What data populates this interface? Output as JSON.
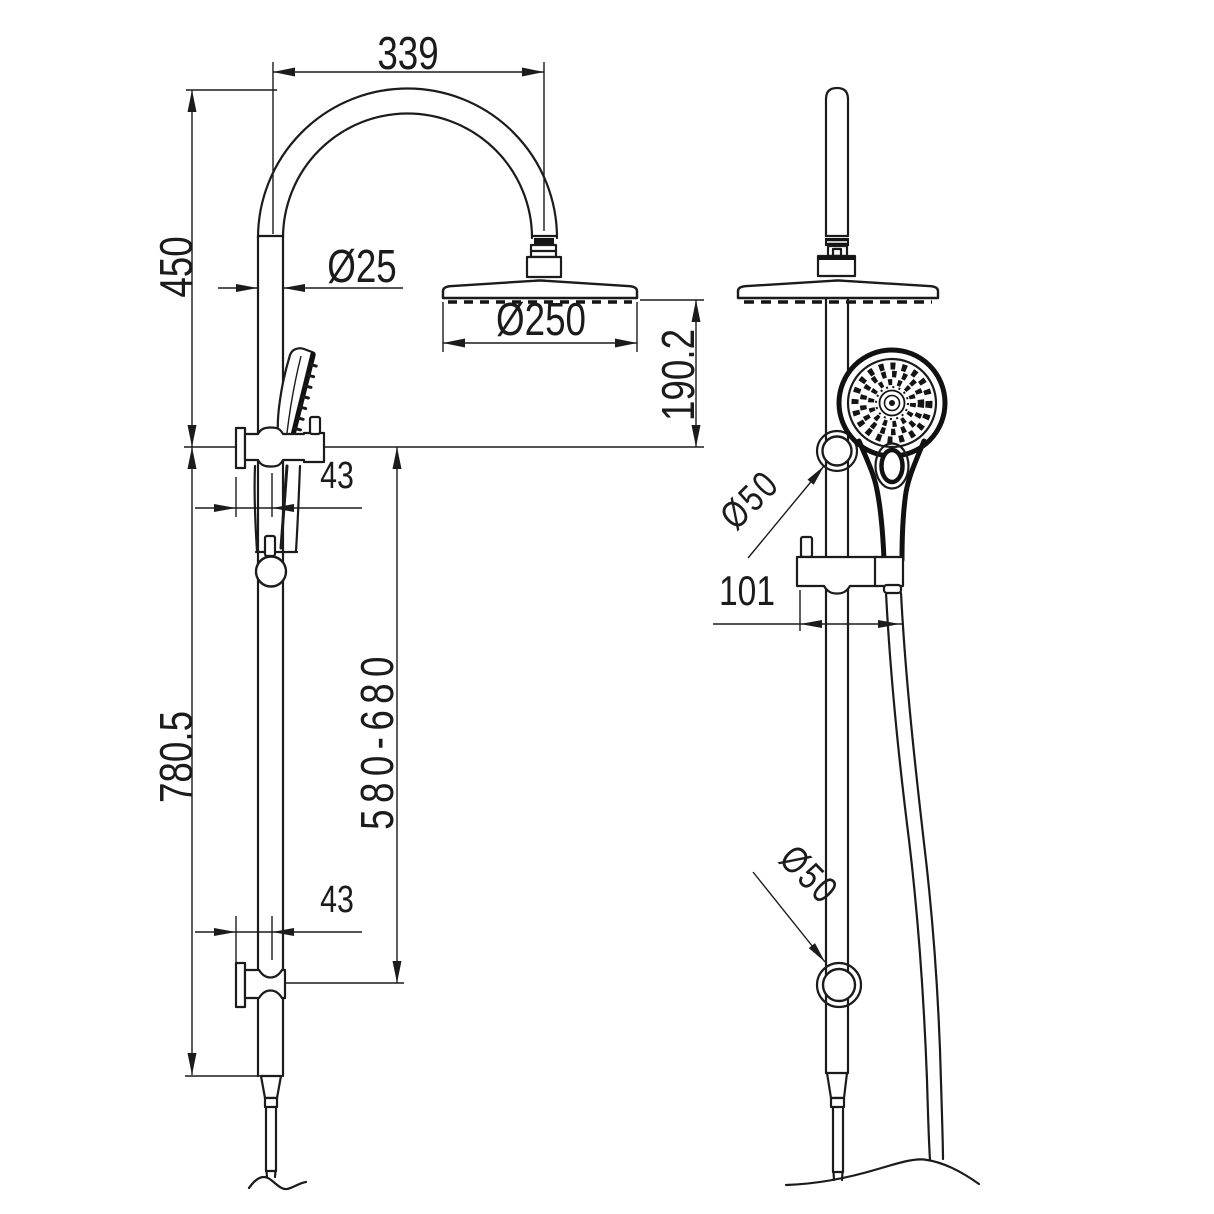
{
  "drawing": {
    "background": "#ffffff",
    "line_color": "#1b1b1b",
    "views": {
      "front": {
        "dims": {
          "arc_width": "339",
          "upper_height": "450",
          "pipe_diameter": "Ø25",
          "head_diameter": "Ø250",
          "head_drop": "190.2",
          "upper_bracket_offset": "43",
          "column_height": "780.5",
          "slider_range": "580-680",
          "lower_bracket_offset": "43"
        }
      },
      "side": {
        "dims": {
          "bracket_depth": "101",
          "holder_knob_diameter": "Ø50",
          "wall_flange_diameter": "Ø50"
        }
      }
    }
  }
}
